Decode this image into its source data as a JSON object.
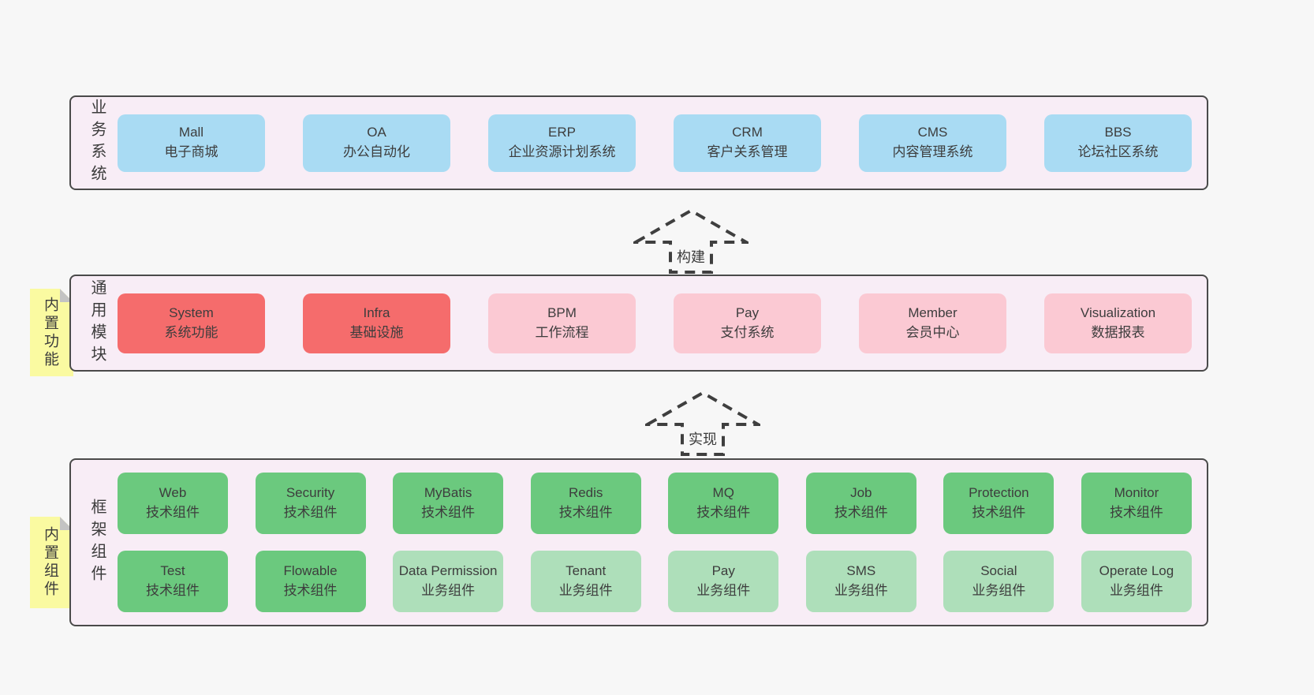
{
  "colors": {
    "page_bg": "#f7f7f7",
    "container_bg": "#f8edf6",
    "container_border": "#4a4a4a",
    "box_blue": "#a9dbf3",
    "box_red": "#f56c6c",
    "box_pink": "#fbc9d3",
    "box_green": "#6bc97e",
    "box_light_green": "#aedfba",
    "note_yellow": "#fafaa1",
    "note_fold": "#c3c3c3",
    "text": "#3d3d3d",
    "arrow": "#3f3f3f"
  },
  "sections": {
    "business": {
      "label": "业务系统",
      "boxes": [
        {
          "title": "Mall",
          "subtitle": "电子商城",
          "variant": "blue"
        },
        {
          "title": "OA",
          "subtitle": "办公自动化",
          "variant": "blue"
        },
        {
          "title": "ERP",
          "subtitle": "企业资源计划系统",
          "variant": "blue"
        },
        {
          "title": "CRM",
          "subtitle": "客户关系管理",
          "variant": "blue"
        },
        {
          "title": "CMS",
          "subtitle": "内容管理系统",
          "variant": "blue"
        },
        {
          "title": "BBS",
          "subtitle": "论坛社区系统",
          "variant": "blue"
        }
      ]
    },
    "modules": {
      "label": "通用模块",
      "note": "内置功能",
      "boxes": [
        {
          "title": "System",
          "subtitle": "系统功能",
          "variant": "red"
        },
        {
          "title": "Infra",
          "subtitle": "基础设施",
          "variant": "red"
        },
        {
          "title": "BPM",
          "subtitle": "工作流程",
          "variant": "pink"
        },
        {
          "title": "Pay",
          "subtitle": "支付系统",
          "variant": "pink"
        },
        {
          "title": "Member",
          "subtitle": "会员中心",
          "variant": "pink"
        },
        {
          "title": "Visualization",
          "subtitle": "数据报表",
          "variant": "pink"
        }
      ]
    },
    "components": {
      "label": "框架组件",
      "note": "内置组件",
      "row1": [
        {
          "title": "Web",
          "subtitle": "技术组件",
          "variant": "green"
        },
        {
          "title": "Security",
          "subtitle": "技术组件",
          "variant": "green"
        },
        {
          "title": "MyBatis",
          "subtitle": "技术组件",
          "variant": "green"
        },
        {
          "title": "Redis",
          "subtitle": "技术组件",
          "variant": "green"
        },
        {
          "title": "MQ",
          "subtitle": "技术组件",
          "variant": "green"
        },
        {
          "title": "Job",
          "subtitle": "技术组件",
          "variant": "green"
        },
        {
          "title": "Protection",
          "subtitle": "技术组件",
          "variant": "green"
        },
        {
          "title": "Monitor",
          "subtitle": "技术组件",
          "variant": "green"
        }
      ],
      "row2": [
        {
          "title": "Test",
          "subtitle": "技术组件",
          "variant": "green"
        },
        {
          "title": "Flowable",
          "subtitle": "技术组件",
          "variant": "green"
        },
        {
          "title": "Data Permission",
          "subtitle": "业务组件",
          "variant": "lightgreen"
        },
        {
          "title": "Tenant",
          "subtitle": "业务组件",
          "variant": "lightgreen"
        },
        {
          "title": "Pay",
          "subtitle": "业务组件",
          "variant": "lightgreen"
        },
        {
          "title": "SMS",
          "subtitle": "业务组件",
          "variant": "lightgreen"
        },
        {
          "title": "Social",
          "subtitle": "业务组件",
          "variant": "lightgreen"
        },
        {
          "title": "Operate Log",
          "subtitle": "业务组件",
          "variant": "lightgreen"
        }
      ]
    }
  },
  "arrows": {
    "build": {
      "label": "构建"
    },
    "implement": {
      "label": "实现"
    }
  }
}
